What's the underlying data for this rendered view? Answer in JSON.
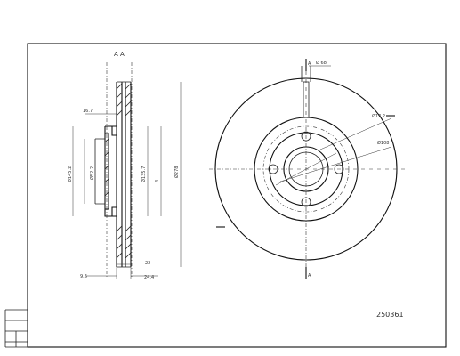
{
  "section_label": "A  A",
  "part_number": "250361",
  "section_mark": "A",
  "annotations": {
    "width_top": "16.7",
    "hub_diameter": "Ø52.2",
    "inner_diameter": "Ø145.2",
    "pcd_diameter": "Ø135.7",
    "outer_diameter": "Ø278",
    "hole_count": "4",
    "center_bore": "Ø 68",
    "small_hole": "Ø13.2",
    "bolt_circle": "Ø108",
    "offset": "9.6",
    "min_thickness": "22",
    "disc_thickness": "24.4"
  }
}
